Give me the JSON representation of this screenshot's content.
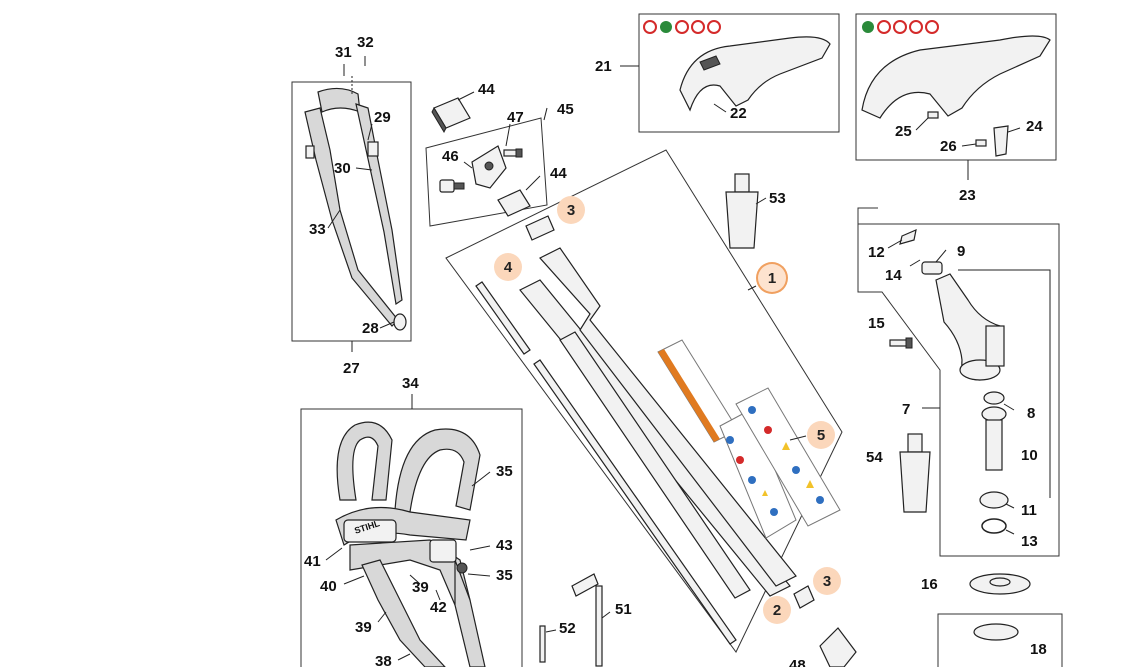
{
  "labels": {
    "l1": "1",
    "l2": "2",
    "l3a": "3",
    "l3b": "3",
    "l4": "4",
    "l5": "5",
    "l7": "7",
    "l8": "8",
    "l9": "9",
    "l10": "10",
    "l11": "11",
    "l12": "12",
    "l13": "13",
    "l14": "14",
    "l15": "15",
    "l16": "16",
    "l18": "18",
    "l21": "21",
    "l22": "22",
    "l23": "23",
    "l24": "24",
    "l25": "25",
    "l26": "26",
    "l27": "27",
    "l28": "28",
    "l29": "29",
    "l30": "30",
    "l31": "31",
    "l32": "32",
    "l33": "33",
    "l34": "34",
    "l35a": "35",
    "l35b": "35",
    "l38": "38",
    "l39a": "39",
    "l39b": "39",
    "l40": "40",
    "l41": "41",
    "l42": "42",
    "l43": "43",
    "l44a": "44",
    "l44b": "44",
    "l45": "45",
    "l46": "46",
    "l47": "47",
    "l48": "48",
    "l51": "51",
    "l52": "52",
    "l53": "53",
    "l54": "54"
  },
  "brand": "STIHL",
  "colors": {
    "callout_fill": "#fbd7bb",
    "callout_ring": "#f0a060",
    "sticker_orange": "#e07a20",
    "prohibit_red": "#d42a2a",
    "allowed_green": "#2a8a3a",
    "mandatory_blue": "#2f6fc0",
    "warning_yellow": "#f2c22a"
  },
  "icons": [
    "prohibited-symbol-icon",
    "allowed-symbol-icon",
    "safety-sticker-icon"
  ]
}
